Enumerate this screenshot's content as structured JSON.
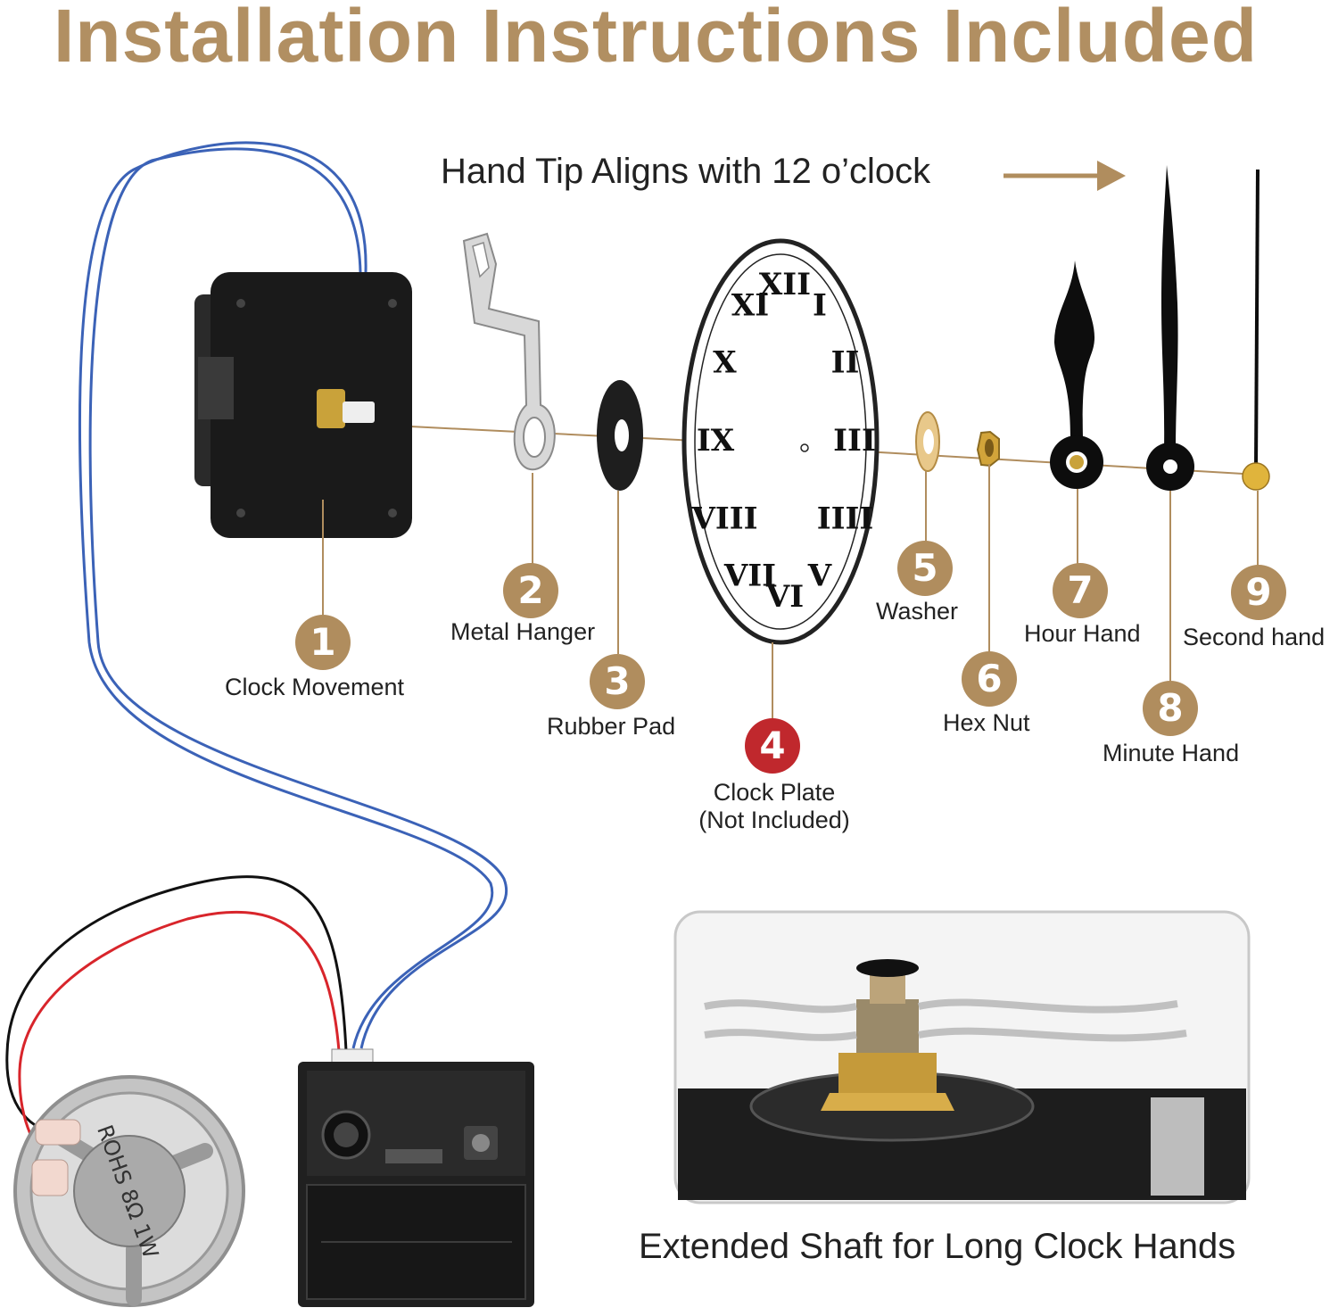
{
  "title": "Installation Instructions Included",
  "hand_tip_note": "Hand Tip Aligns with 12 o’clock",
  "parts": [
    {
      "number": "1",
      "label": "Clock Movement"
    },
    {
      "number": "2",
      "label": "Metal Hanger"
    },
    {
      "number": "3",
      "label": "Rubber Pad"
    },
    {
      "number": "4",
      "label_line1": "Clock Plate",
      "label_line2": "(Not Included)"
    },
    {
      "number": "5",
      "label": "Washer"
    },
    {
      "number": "6",
      "label": "Hex Nut"
    },
    {
      "number": "7",
      "label": "Hour Hand"
    },
    {
      "number": "8",
      "label": "Minute Hand"
    },
    {
      "number": "9",
      "label": "Second hand"
    }
  ],
  "dial_numerals": [
    "XII",
    "I",
    "II",
    "III",
    "IIII",
    "V",
    "VI",
    "VII",
    "VIII",
    "IX",
    "X",
    "XI"
  ],
  "speaker_text": "ROHS 8Ω 1W",
  "inset_caption": "Extended Shaft for Long Clock Hands",
  "colors": {
    "accent": "#b08d5e",
    "highlight": "#c0282d",
    "wire_blue": "#3b62b7",
    "wire_red": "#d8252b"
  },
  "icons": [
    "clock-movement-icon",
    "metal-hanger-icon",
    "rubber-pad-icon",
    "clock-dial-icon",
    "washer-icon",
    "hex-nut-icon",
    "hour-hand-icon",
    "minute-hand-icon",
    "second-hand-icon",
    "speaker-icon",
    "sound-module-icon",
    "arrow-right-icon"
  ]
}
